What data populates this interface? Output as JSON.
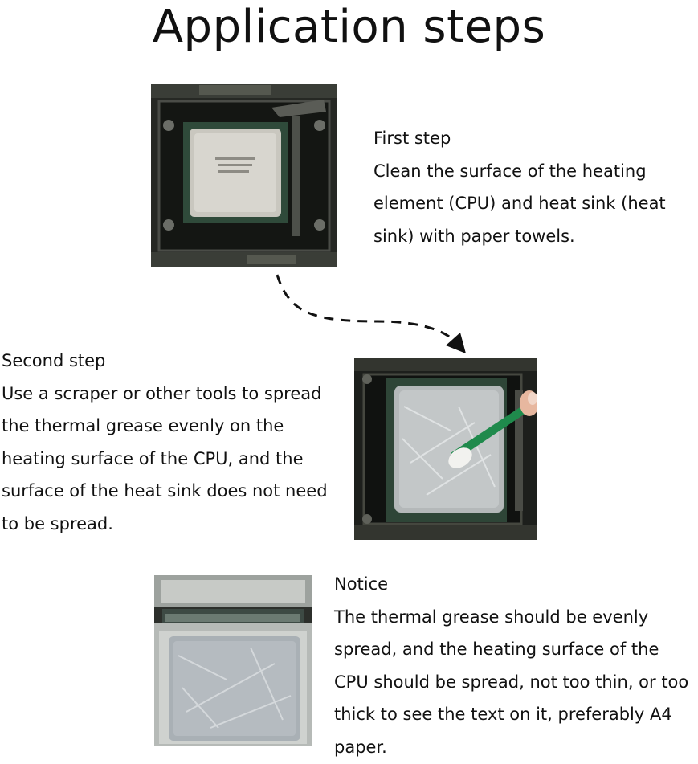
{
  "title": "Application steps",
  "steps": {
    "first": {
      "heading": "First step",
      "body": "Clean the surface of the heating element (CPU) and heat sink (heat sink) with paper towels."
    },
    "second": {
      "heading": "Second step",
      "body": "Use a scraper or other tools to spread the thermal grease evenly on the heating surface of the CPU, and the surface of the heat sink does not need to be spread."
    },
    "notice": {
      "heading": "Notice",
      "body": "The thermal grease should be evenly spread, and the heating surface of the CPU should be spread, not too thin, or too thick to see the text on it, preferably A4 paper."
    }
  },
  "icons": {
    "arrow": "dashed-curved-arrow-icon"
  },
  "colors": {
    "background": "#ffffff",
    "text": "#111111",
    "cpu_silver": "#c9c7bf",
    "socket_dark": "#1d1f1c",
    "grease_gray": "#b9bfc4",
    "spatula_green": "#1f8a4c"
  }
}
